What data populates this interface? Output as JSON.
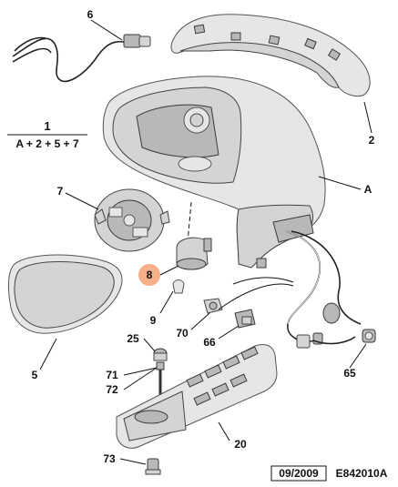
{
  "labels": {
    "p6": "6",
    "p2": "2",
    "p1": "1",
    "p1_formula": "A + 2 + 5 + 7",
    "pA": "A",
    "p7": "7",
    "p8": "8",
    "p9": "9",
    "p5": "5",
    "p70": "70",
    "p66": "66",
    "p65": "65",
    "p25": "25",
    "p71": "71",
    "p72": "72",
    "p20": "20",
    "p73": "73"
  },
  "footer": {
    "date": "09/2009",
    "code": "E842010A"
  },
  "colors": {
    "highlight": "#f7b08a",
    "part_fill": "#d4d4d4",
    "line": "#111111"
  }
}
